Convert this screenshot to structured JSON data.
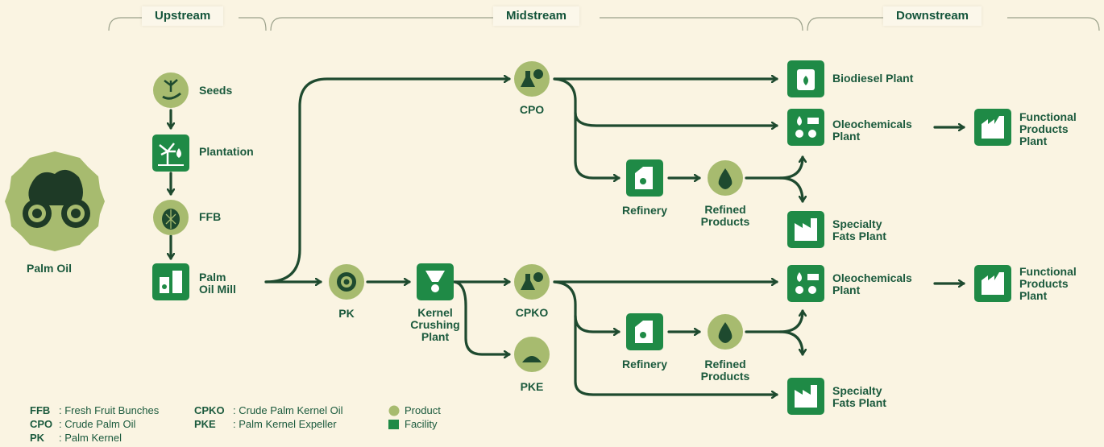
{
  "sections": {
    "upstream": "Upstream",
    "midstream": "Midstream",
    "downstream": "Downstream"
  },
  "nodes": {
    "palm_oil": "Palm Oil",
    "seeds": "Seeds",
    "plantation": "Plantation",
    "ffb": "FFB",
    "palm_oil_mill_1": "Palm",
    "palm_oil_mill_2": "Oil Mill",
    "cpo": "CPO",
    "pk": "PK",
    "kernel_1": "Kernel",
    "kernel_2": "Crushing",
    "kernel_3": "Plant",
    "cpko": "CPKO",
    "pke": "PKE",
    "refinery_top": "Refinery",
    "refined_top_1": "Refined",
    "refined_top_2": "Products",
    "refinery_bot": "Refinery",
    "refined_bot_1": "Refined",
    "refined_bot_2": "Products",
    "biodiesel": "Biodiesel Plant",
    "oleo_top_1": "Oleochemicals",
    "oleo_top_2": "Plant",
    "specialty_top_1": "Specialty",
    "specialty_top_2": "Fats Plant",
    "oleo_bot_1": "Oleochemicals",
    "oleo_bot_2": "Plant",
    "specialty_bot_1": "Specialty",
    "specialty_bot_2": "Fats Plant",
    "functional_top_1": "Functional",
    "functional_top_2": "Products",
    "functional_top_3": "Plant",
    "functional_bot_1": "Functional",
    "functional_bot_2": "Products",
    "functional_bot_3": "Plant"
  },
  "legend": {
    "ffb_abbr": "FFB",
    "ffb_def": ": Fresh Fruit Bunches",
    "cpo_abbr": "CPO",
    "cpo_def": ": Crude Palm Oil",
    "pk_abbr": "PK",
    "pk_def": ": Palm Kernel",
    "cpko_abbr": "CPKO",
    "cpko_def": ": Crude Palm Kernel Oil",
    "pke_abbr": "PKE",
    "pke_def": ": Palm Kernel Expeller",
    "product": "Product",
    "facility": "Facility"
  },
  "colors": {
    "background": "#faf4e2",
    "product": "#a7bb6f",
    "facility": "#1f8a46",
    "line": "#1e4a2f",
    "text": "#1b5a3d"
  }
}
